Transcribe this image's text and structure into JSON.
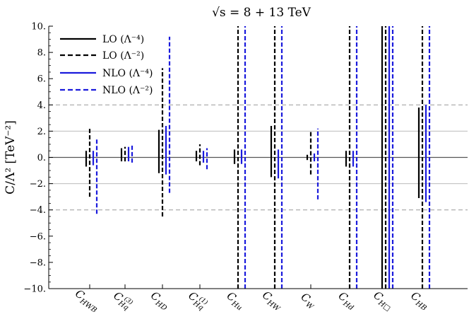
{
  "chart_data": {
    "type": "interval",
    "title": "√s = 8 + 13 TeV",
    "ylabel": "C/Λ²  [TeV⁻²]",
    "ylim": [
      -10,
      10
    ],
    "yticks": [
      -10,
      -8,
      -6,
      -4,
      -2,
      0,
      2,
      4,
      6,
      8,
      10
    ],
    "ytick_labels": [
      "−10.",
      "−8.",
      "−6.",
      "−4.",
      "−2.",
      "0.",
      "2.",
      "4.",
      "6.",
      "8.",
      "10."
    ],
    "reference_lines": [
      {
        "y": 0,
        "style": "solid-dark"
      },
      {
        "y": 2,
        "style": "solid-light"
      },
      {
        "y": -2,
        "style": "solid-light"
      },
      {
        "y": 4,
        "style": "dashed-light"
      },
      {
        "y": -4,
        "style": "dashed-light"
      }
    ],
    "categories": [
      {
        "base": "C",
        "sub": "HWB",
        "sup": ""
      },
      {
        "base": "C",
        "sub": "Hq",
        "sup": "(3)"
      },
      {
        "base": "C",
        "sub": "HD",
        "sup": ""
      },
      {
        "base": "C",
        "sub": "Hq",
        "sup": "(1)"
      },
      {
        "base": "C",
        "sub": "Hu",
        "sup": ""
      },
      {
        "base": "C",
        "sub": "HW",
        "sup": ""
      },
      {
        "base": "C",
        "sub": "W",
        "sup": ""
      },
      {
        "base": "C",
        "sub": "Hd",
        "sup": ""
      },
      {
        "base": "C",
        "sub": "H□",
        "sup": ""
      },
      {
        "base": "C",
        "sub": "HB",
        "sup": ""
      }
    ],
    "series": [
      {
        "name": "LO (Λ⁻⁴)",
        "color": "#000000",
        "style": "solid",
        "intervals": [
          [
            -0.7,
            0.5
          ],
          [
            -0.3,
            0.7
          ],
          [
            -1.2,
            2.1
          ],
          [
            -0.3,
            0.5
          ],
          [
            -0.5,
            0.6
          ],
          [
            -1.5,
            2.4
          ],
          [
            -0.2,
            0.2
          ],
          [
            -0.7,
            0.5
          ],
          [
            -10,
            10
          ],
          [
            -3.1,
            3.8
          ]
        ]
      },
      {
        "name": "LO (Λ⁻²)",
        "color": "#000000",
        "style": "dashed",
        "intervals": [
          [
            -3.0,
            2.3
          ],
          [
            -0.3,
            0.8
          ],
          [
            -4.5,
            6.8
          ],
          [
            -0.6,
            1.0
          ],
          [
            -10,
            10
          ],
          [
            -10,
            10
          ],
          [
            -1.3,
            2.0
          ],
          [
            -10,
            10
          ],
          [
            -10,
            10
          ],
          [
            -10,
            10
          ]
        ]
      },
      {
        "name": "NLO (Λ⁻⁴)",
        "color": "#1a1adc",
        "style": "solid",
        "intervals": [
          [
            -0.6,
            0.5
          ],
          [
            -0.3,
            0.8
          ],
          [
            -1.3,
            2.4
          ],
          [
            -0.4,
            0.5
          ],
          [
            -0.5,
            0.6
          ],
          [
            -1.6,
            0.6
          ],
          [
            -0.3,
            0.3
          ],
          [
            -0.7,
            0.5
          ],
          [
            -10,
            10
          ],
          [
            -3.4,
            4.0
          ]
        ]
      },
      {
        "name": "NLO (Λ⁻²)",
        "color": "#1a1adc",
        "style": "dashed",
        "intervals": [
          [
            -4.3,
            1.5
          ],
          [
            -0.4,
            0.9
          ],
          [
            -2.7,
            9.2
          ],
          [
            -0.9,
            0.7
          ],
          [
            -10,
            10
          ],
          [
            -10,
            10
          ],
          [
            -3.2,
            2.2
          ],
          [
            -10,
            10
          ],
          [
            -10,
            10
          ],
          [
            -10,
            10
          ]
        ]
      }
    ],
    "legend_position": "top-left",
    "grid": false
  }
}
